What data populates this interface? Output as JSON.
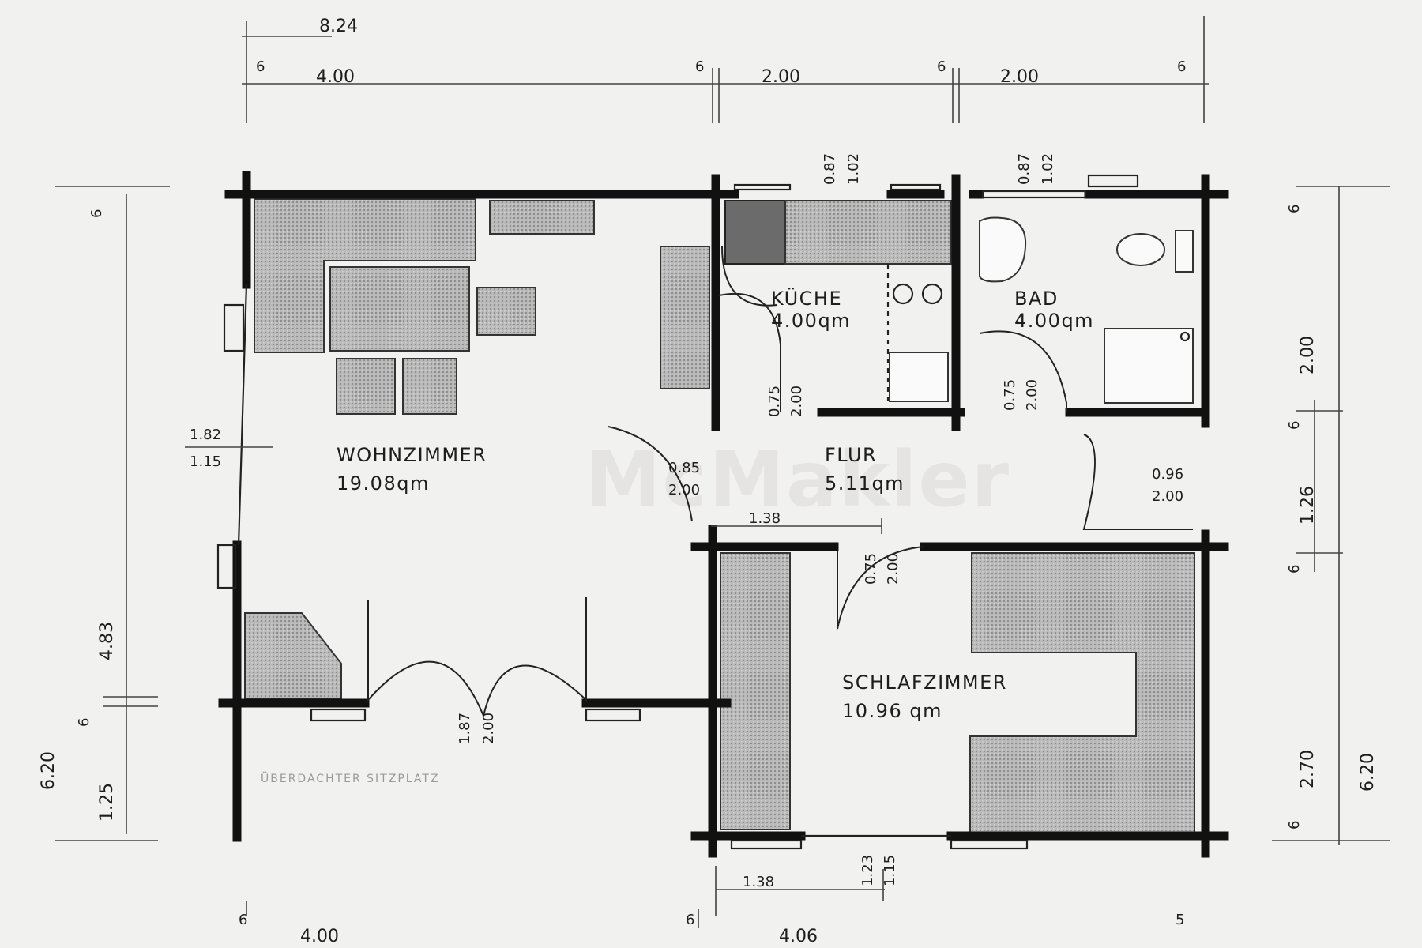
{
  "watermark": "McMakler",
  "rooms": {
    "wohnzimmer": {
      "name": "WOHNZIMMER",
      "area": "19.08qm"
    },
    "kueche": {
      "name": "KÜCHE",
      "area": "4.00qm"
    },
    "bad": {
      "name": "BAD",
      "area": "4.00qm"
    },
    "flur": {
      "name": "FLUR",
      "area": "5.11qm"
    },
    "schlafzimmer": {
      "name": "SCHLAFZIMMER",
      "area": "10.96 qm"
    }
  },
  "note": "ÜBERDACHTER SITZPLATZ",
  "dimensions": {
    "top_total": "8.24",
    "top_wall_1": "6",
    "top_span_1": "4.00",
    "top_wall_2": "6",
    "top_span_2": "2.00",
    "top_wall_3": "6",
    "top_span_3": "2.00",
    "top_wall_4": "6",
    "left_total": "6.20",
    "left_wall_top": "6",
    "left_span_main": "4.83",
    "left_wall_mid": "6",
    "left_span_lower": "1.25",
    "right_total": "6.20",
    "right_wall_top": "6",
    "right_span_1": "2.00",
    "right_wall_2": "6",
    "right_span_2": "1.26",
    "right_wall_3": "6",
    "right_span_3": "2.70",
    "right_wall_bottom": "6",
    "bottom_wall_1": "6",
    "bottom_span_1": "4.00",
    "bottom_wall_2": "6",
    "bottom_span_2": "4.06",
    "bottom_wall_3": "5",
    "kitchen_window_w": "0.87",
    "kitchen_window_h": "1.02",
    "bath_window_w": "0.87",
    "bath_window_h": "1.02",
    "living_window_w": "1.82",
    "living_window_h": "1.15",
    "kitchen_door_w": "0.75",
    "kitchen_door_h": "2.00",
    "bath_door_w": "0.75",
    "bath_door_h": "2.00",
    "living_door_w": "0.85",
    "living_door_h": "2.00",
    "entry_door_w": "0.96",
    "entry_door_h": "2.00",
    "hall_span": "1.38",
    "bedroom_door_w": "0.75",
    "bedroom_door_h": "2.00",
    "terrace_door_w": "1.87",
    "terrace_door_h": "2.00",
    "bedroom_window_offset": "1.38",
    "bedroom_window_w": "1.23",
    "bedroom_window_h": "1.15"
  }
}
